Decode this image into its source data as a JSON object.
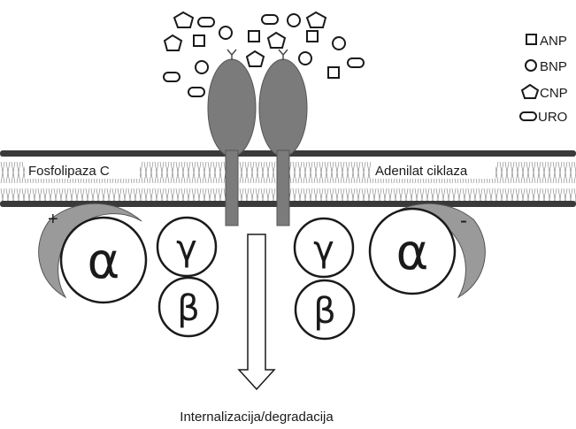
{
  "labels": {
    "phospholipase": "Fosfolipaza C",
    "adenylate": "Adenilat ciklaza",
    "internalization": "Internalizacija/degradacija",
    "plus": "+",
    "minus": "-"
  },
  "subunits": {
    "alpha": "α",
    "gamma": "γ",
    "beta": "β"
  },
  "legend": [
    {
      "icon": "square-ligand-icon",
      "label": "ANP"
    },
    {
      "icon": "circle-ligand-icon",
      "label": "BNP"
    },
    {
      "icon": "pentagon-ligand-icon",
      "label": "CNP"
    },
    {
      "icon": "rounded-rect-ligand-icon",
      "label": "URO"
    }
  ],
  "colors": {
    "receptor": "#7b7b7b",
    "membrane_border": "#3a3a3a",
    "arc": "#9a9a9a"
  }
}
